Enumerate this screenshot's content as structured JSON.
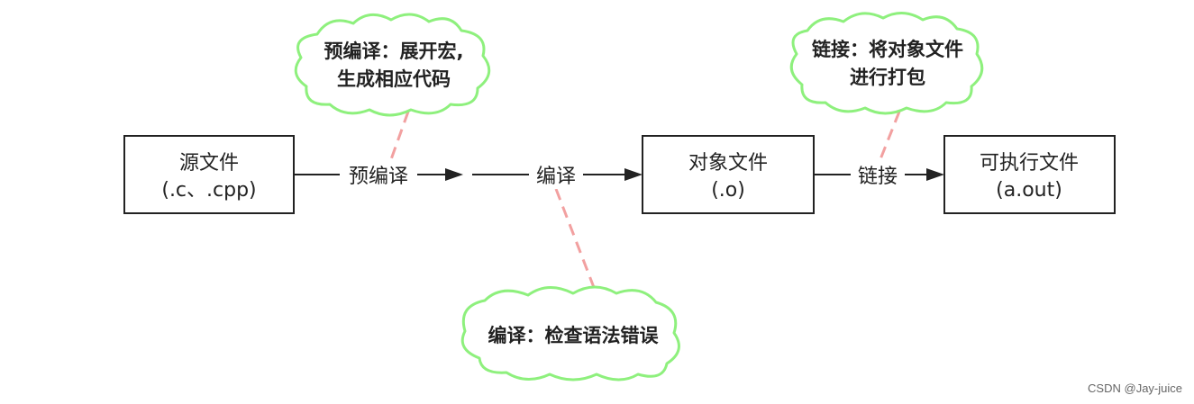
{
  "colors": {
    "cloud_outline": "#8ef07d",
    "annotation_link": "#f2a0a0",
    "box_outline": "#222222",
    "arrow": "#222222"
  },
  "boxes": [
    {
      "line1": "源文件",
      "line2": "(.c、.cpp)"
    },
    {
      "line1": "对象文件",
      "line2": "(.o)"
    },
    {
      "line1": "可执行文件",
      "line2": "(a.out)"
    }
  ],
  "edges": {
    "precompile": "预编译",
    "compile": "编译",
    "link": "链接"
  },
  "clouds": {
    "precompile": {
      "line1": "预编译：展开宏,",
      "line2": "生成相应代码"
    },
    "link": {
      "line1": "链接：将对象文件",
      "line2": "进行打包"
    },
    "compile": {
      "line1": "编译：检查语法错误"
    }
  },
  "watermark": "CSDN @Jay-juice"
}
